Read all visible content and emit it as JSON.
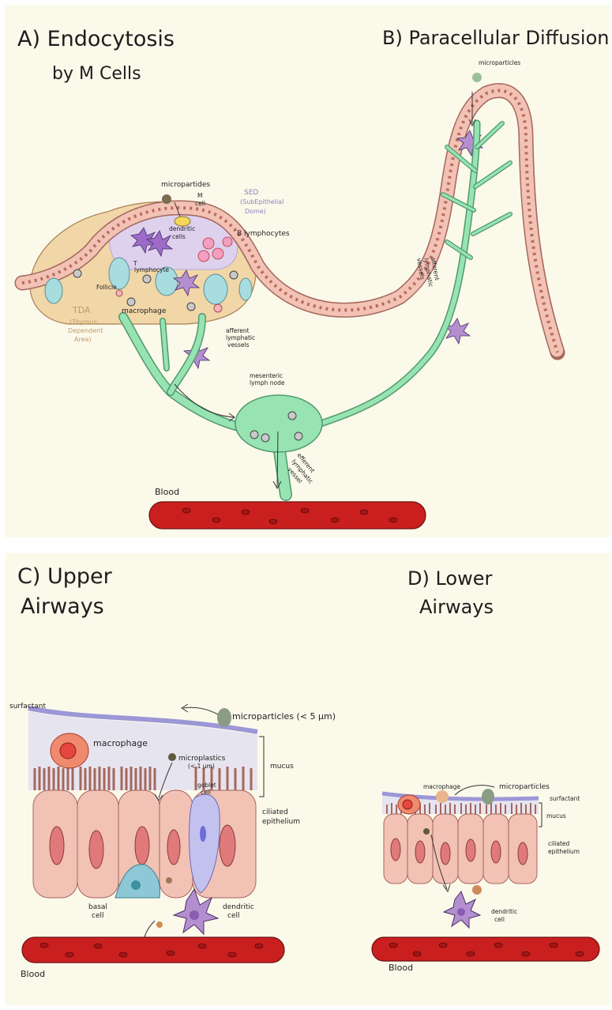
{
  "panels": {
    "a": {
      "title_line1": "A) Endocytosis",
      "title_line2": "by M Cells"
    },
    "b": {
      "title": "B) Paracellular Diffusion"
    },
    "c": {
      "title_line1": "C) Upper",
      "title_line2": "Airways"
    },
    "d": {
      "title_line1": "D) Lower",
      "title_line2": "Airways"
    }
  },
  "labels_top": {
    "micropartides": "micropartides",
    "m_cell": "M",
    "m_cell_2": "cell",
    "sed_1": "SED",
    "sed_2": "(SubEpithelial",
    "sed_3": "Dome)",
    "dendritic_1": "dendritic",
    "dendritic_2": "cells",
    "b_lymphocytes": "B lymphocytes",
    "t_lymphocyte_1": "T",
    "t_lymphocyte_2": "lymphocyte",
    "follicle": "Follicle",
    "macrophage": "macrophage",
    "tda_1": "TDA",
    "tda_2": "(Thymus",
    "tda_3": "Dependent",
    "tda_4": "Area)",
    "afferent_left_1": "afferent",
    "afferent_left_2": "lymphatic",
    "afferent_left_3": "vessels",
    "afferent_right_1": "afferent",
    "afferent_right_2": "lymphatic",
    "afferent_right_3": "vessels",
    "mesenteric_1": "mesenteric",
    "mesenteric_2": "lymph node",
    "efferent_1": "efferent",
    "efferent_2": "lymphatic",
    "efferent_3": "vessel",
    "microparticles_b": "microparticles",
    "blood": "Blood"
  },
  "labels_c": {
    "surfactant": "surfactant",
    "microparticles": "microparticles (< 5 µm)",
    "macrophage": "macrophage",
    "microplastics_1": "microplastics",
    "microplastics_2": "(< 1 µm)",
    "mucus": "mucus",
    "goblet_1": "goblet",
    "goblet_2": "cell",
    "ciliated_1": "ciliated",
    "ciliated_2": "epithelium",
    "basal_1": "basal",
    "basal_2": "cell",
    "dendritic_1": "dendritic",
    "dendritic_2": "cell",
    "blood": "Blood"
  },
  "labels_d": {
    "macrophage": "macrophage",
    "microparticles": "microparticles",
    "surfactant": "surfactant",
    "mucus": "mucus",
    "ciliated_1": "ciliated",
    "ciliated_2": "epithelium",
    "dendritic_1": "dendritic",
    "dendritic_2": "cell",
    "blood": "Blood"
  },
  "colors": {
    "panel_bg": "#fbf9ea",
    "epithelium": "#f2c2b5",
    "epithelium_outline": "#a6675d",
    "lymph": "#98e3b2",
    "lymph_outline": "#4f9a6e",
    "blood": "#c9201f",
    "mucus": "#e6e4ee",
    "surfactant": "#9c97d6",
    "dendritic": "#b38fd0",
    "sed": "#ddd1ee",
    "tda": "#f1d6a8"
  }
}
